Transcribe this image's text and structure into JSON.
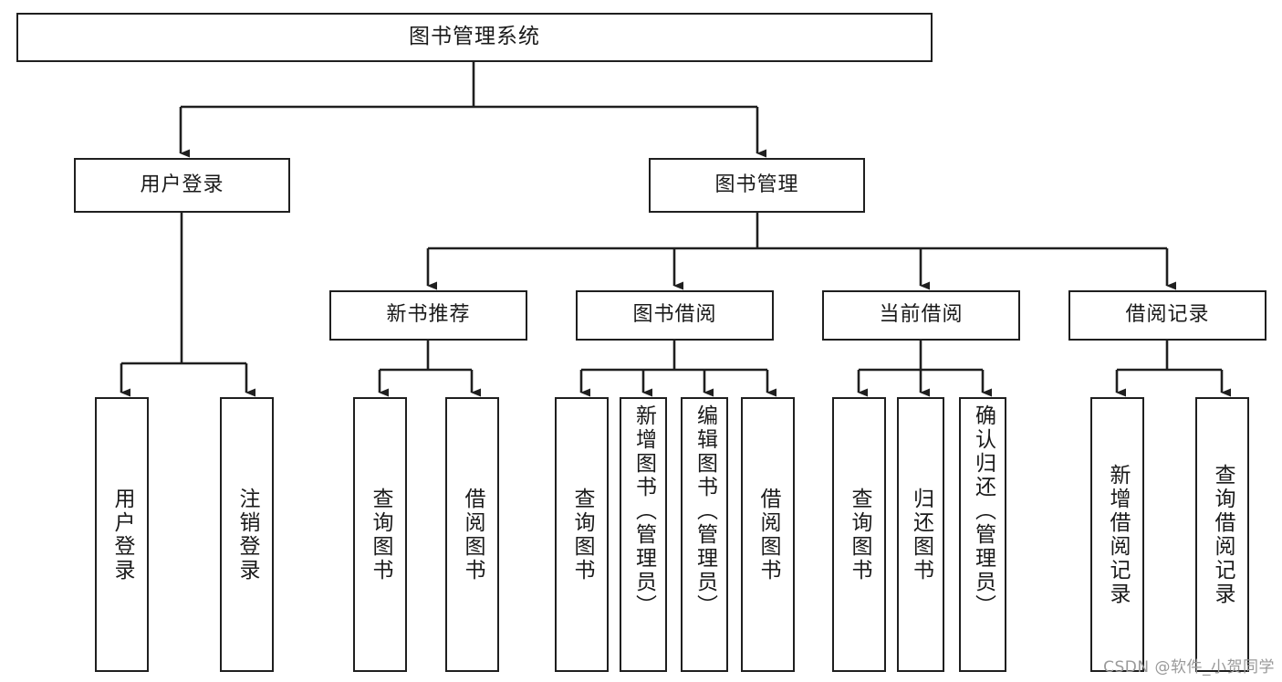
{
  "diagram": {
    "title": "图书管理系统",
    "type": "hierarchy-tree",
    "background_color": "#ffffff",
    "line_color": "#1f1f1f",
    "text_color": "#1a1a1a"
  },
  "root": {
    "label": "图书管理系统"
  },
  "level1": [
    {
      "label": "用户登录"
    },
    {
      "label": "图书管理"
    }
  ],
  "level2": [
    {
      "label": "新书推荐"
    },
    {
      "label": "图书借阅"
    },
    {
      "label": "当前借阅"
    },
    {
      "label": "借阅记录"
    }
  ],
  "leaves": {
    "user_login": [
      {
        "label": "用户登录"
      },
      {
        "label": "注销登录"
      }
    ],
    "new_book": [
      {
        "label": "查询图书"
      },
      {
        "label": "借阅图书"
      }
    ],
    "borrow_book": [
      {
        "label": "查询图书"
      },
      {
        "label": "新增图书（管理员）"
      },
      {
        "label": "编辑图书（管理员）"
      },
      {
        "label": "借阅图书"
      }
    ],
    "current_borrow": [
      {
        "label": "查询图书"
      },
      {
        "label": "归还图书"
      },
      {
        "label": "确认归还（管理员）"
      }
    ],
    "borrow_record": [
      {
        "label": "新增借阅记录"
      },
      {
        "label": "查询借阅记录"
      }
    ]
  },
  "watermark": {
    "text": "CSDN @软件_小贺同学"
  }
}
